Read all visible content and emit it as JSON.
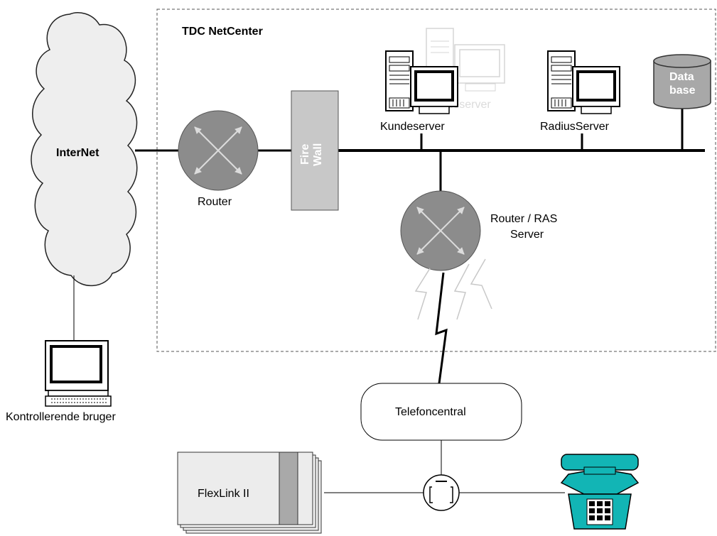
{
  "netcenter": {
    "title": "TDC NetCenter"
  },
  "internet": {
    "label": "InterNet"
  },
  "router": {
    "label": "Router"
  },
  "firewall": {
    "line1": "Fire",
    "line2": "Wall"
  },
  "kundeserver": {
    "label": "Kundeserver",
    "ghost_label": "Kundeserver"
  },
  "radius": {
    "label": "RadiusServer"
  },
  "database": {
    "line1": "Data",
    "line2": "base"
  },
  "ras": {
    "line1": "Router / RAS",
    "line2": "Server"
  },
  "telefoncentral": {
    "label": "Telefoncentral"
  },
  "user_pc": {
    "label": "Kontrollerende bruger"
  },
  "flexlink": {
    "label": "FlexLink II"
  },
  "colors": {
    "router_gray": "#8c8c8c",
    "firewall_gray": "#c8c8c8",
    "database_gray": "#a8a8a8",
    "phone_teal": "#12b5b5",
    "cloud_fill": "#eeeeee"
  }
}
